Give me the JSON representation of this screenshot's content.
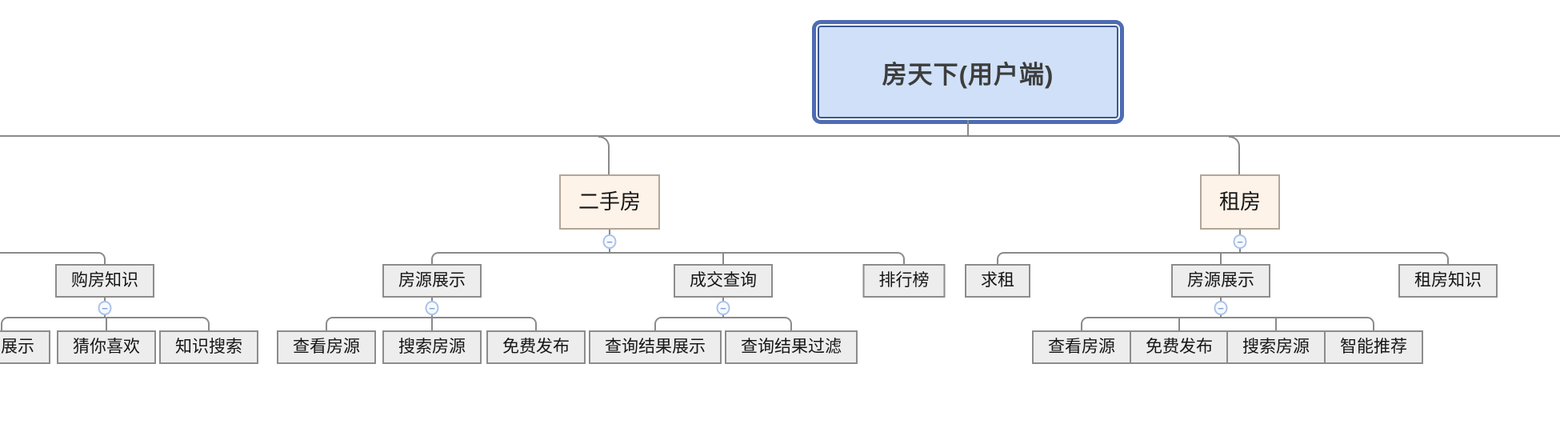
{
  "diagram": {
    "type": "mindmap-org-chart",
    "colors": {
      "root_fill": "#cfe0f8",
      "root_border": "#4e6cb3",
      "root_inner_border": "#3b5694",
      "branch_fill": "#fdf3e9",
      "branch_border": "#b3a698",
      "node_fill": "#ededed",
      "node_border": "#8c8c8c",
      "line": "#8a8a8a",
      "collapse_fill": "#f6faff",
      "collapse_border": "#abc3e9",
      "collapse_glyph": "#7fa3d9"
    }
  },
  "icons": {
    "collapse": "−"
  },
  "nodes": {
    "root": "房天下(用户端)",
    "secondhand": "二手房",
    "rental": "租房",
    "buyKnowledge": "购房知识",
    "displayCut": "展示",
    "guessYouLike": "猜你喜欢",
    "knowledgeSearch": "知识搜索",
    "listingDisplayEsf": "房源展示",
    "viewListingsEsf": "查看房源",
    "searchListingsEsf": "搜索房源",
    "freePublishEsf": "免费发布",
    "dealQuery": "成交查询",
    "queryResultDisplay": "查询结果展示",
    "queryResultFilter": "查询结果过滤",
    "ranking": "排行榜",
    "seekRent": "求租",
    "listingDisplayZf": "房源展示",
    "viewListingsZf": "查看房源",
    "freePublishZf": "免费发布",
    "searchListingsZf": "搜索房源",
    "smartRecommend": "智能推荐",
    "rentalKnowledge": "租房知识"
  },
  "hierarchy": {
    "root": [
      "secondhand",
      "rental"
    ],
    "secondhand": [
      "listingDisplayEsf",
      "dealQuery",
      "ranking"
    ],
    "listingDisplayEsf": [
      "viewListingsEsf",
      "searchListingsEsf",
      "freePublishEsf"
    ],
    "dealQuery": [
      "queryResultDisplay",
      "queryResultFilter"
    ],
    "rental": [
      "seekRent",
      "listingDisplayZf",
      "rentalKnowledge"
    ],
    "listingDisplayZf": [
      "viewListingsZf",
      "freePublishZf",
      "searchListingsZf",
      "smartRecommend"
    ],
    "offscreen_left_parent": [
      "buyKnowledge"
    ],
    "buyKnowledge": [
      "displayCut",
      "guessYouLike",
      "knowledgeSearch"
    ]
  }
}
